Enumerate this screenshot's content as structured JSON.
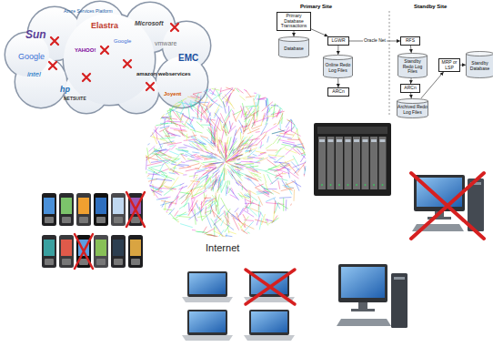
{
  "diagram": {
    "nodes": [
      {
        "text": [
          "Primary Database Transactions"
        ]
      },
      {
        "text": [
          "Database"
        ]
      },
      {
        "text": [
          "LGWR"
        ]
      },
      {
        "text": [
          "RFS"
        ]
      },
      {
        "text": [
          "MRP or LSP"
        ]
      },
      {
        "text": [
          "Standby Database"
        ]
      },
      {
        "text": [
          "Online Redo Log Files"
        ]
      },
      {
        "text": [
          "Standby Redo Log Files"
        ]
      },
      {
        "text": [
          "ARCn"
        ]
      },
      {
        "text": [
          "ARCn"
        ]
      },
      {
        "text": [
          "Archived Redo Log Files"
        ]
      }
    ],
    "edges": [
      {
        "from": 0,
        "to": 1,
        "arrow": "to"
      },
      {
        "from": 0,
        "to": 2,
        "arrow": "to"
      },
      {
        "from": 2,
        "to": 3,
        "label": "Oracle Net",
        "arrow": "to"
      },
      {
        "from": 2,
        "to": 6,
        "arrow": "to"
      },
      {
        "from": 3,
        "to": 7,
        "arrow": "to"
      },
      {
        "from": 6,
        "to": 8,
        "arrow": "to"
      },
      {
        "from": 7,
        "to": 9,
        "arrow": "to"
      },
      {
        "from": 9,
        "to": 10,
        "arrow": "to"
      },
      {
        "from": 10,
        "to": 4,
        "arrow": "to"
      },
      {
        "from": 4,
        "to": 5,
        "arrow": "to"
      }
    ],
    "labels": [
      "Internet",
      "Azure Services Platform",
      "Sun",
      "Google",
      "YAHOO!",
      "Microsoft",
      "Elastra",
      "vmware",
      "EMC",
      "amazon webservices",
      "intel",
      "hp",
      "Google",
      "NETSUITE",
      "Joyent",
      "Primary Site",
      "Standby Site"
    ]
  }
}
